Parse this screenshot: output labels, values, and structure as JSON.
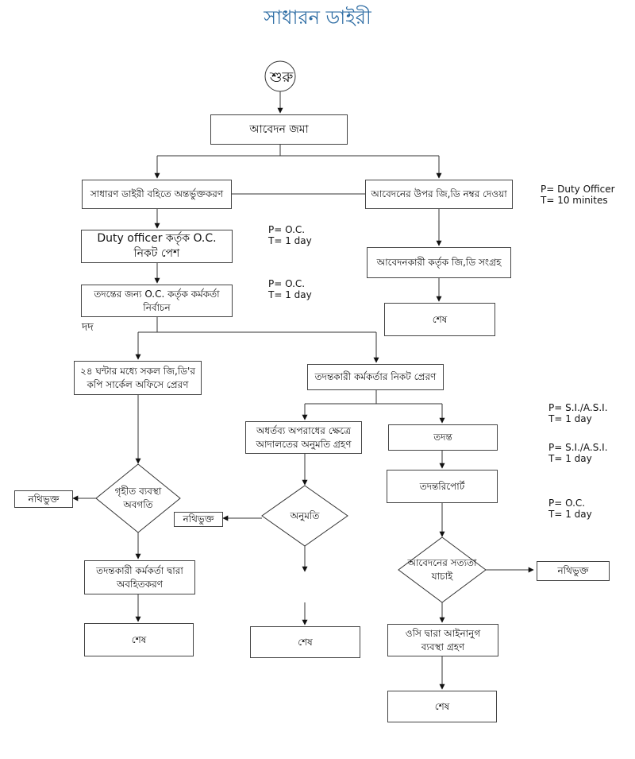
{
  "title": "সাধারন ডাইরী",
  "start_label": "শুরু",
  "stray_label": "দদ",
  "nodes": {
    "submit": "আবেদন জমা",
    "include_gd": "সাধারণ ডাইরী বহিতে অন্তর্ভুক্তকরণ",
    "gd_number": "আবেদনের উপর জি,ডি নম্বর দেওয়া",
    "duty_to_oc": "Duty officer কর্তৃক O.C. নিকট পেশ",
    "applicant_collect": "আবেদনকারী কর্তৃক জি,ডি সংগ্রহ",
    "select_officer": "তদন্তের জন্য O.C. কর্তৃক কর্মকর্তা নির্বাচন",
    "end1": "শেষ",
    "copy_circle": "২৪ ঘন্টার মধ্যে সকল জি,ডি'র কপি সার্কেল অফিসে প্রেরণ",
    "send_investigator": "তদন্তকারী কর্মকর্তার নিকট প্রেরণ",
    "court_permission": "অধর্তব্য অপরাধের ক্ষেত্রে আদালতের অনুমতি গ্রহণ",
    "investigation": "তদন্ত",
    "action_taken": "গৃহীত ব্যবস্থা অবগতি",
    "filed1": "নথিভুক্ত",
    "filed2": "নথিভুক্ত",
    "permission": "অনুমতি",
    "report": "তদন্তরিপোর্ট",
    "verify": "আবেদনের সত্যতা যাচাই",
    "filed3": "নথিভুক্ত",
    "inform_officer": "তদন্তকারী কর্মকর্তা দ্বারা অবহিতকরণ",
    "oc_action": "ওসি দ্বারা আইনানুগ ব্যবস্থা গ্রহণ",
    "end2": "শেষ",
    "end3": "শেষ",
    "end4": "শেষ"
  },
  "notes": {
    "duty_officer": [
      "P= Duty Officer",
      "T= 10 minites"
    ],
    "oc1": [
      "P= O.C.",
      "T= 1 day"
    ],
    "oc2": [
      "P= O.C.",
      "T= 1 day"
    ],
    "si1": [
      "P= S.I./A.S.I.",
      "T= 1 day"
    ],
    "si2": [
      "P= S.I./A.S.I.",
      "T= 1 day"
    ],
    "oc3": [
      "P= O.C.",
      "T= 1 day"
    ]
  }
}
